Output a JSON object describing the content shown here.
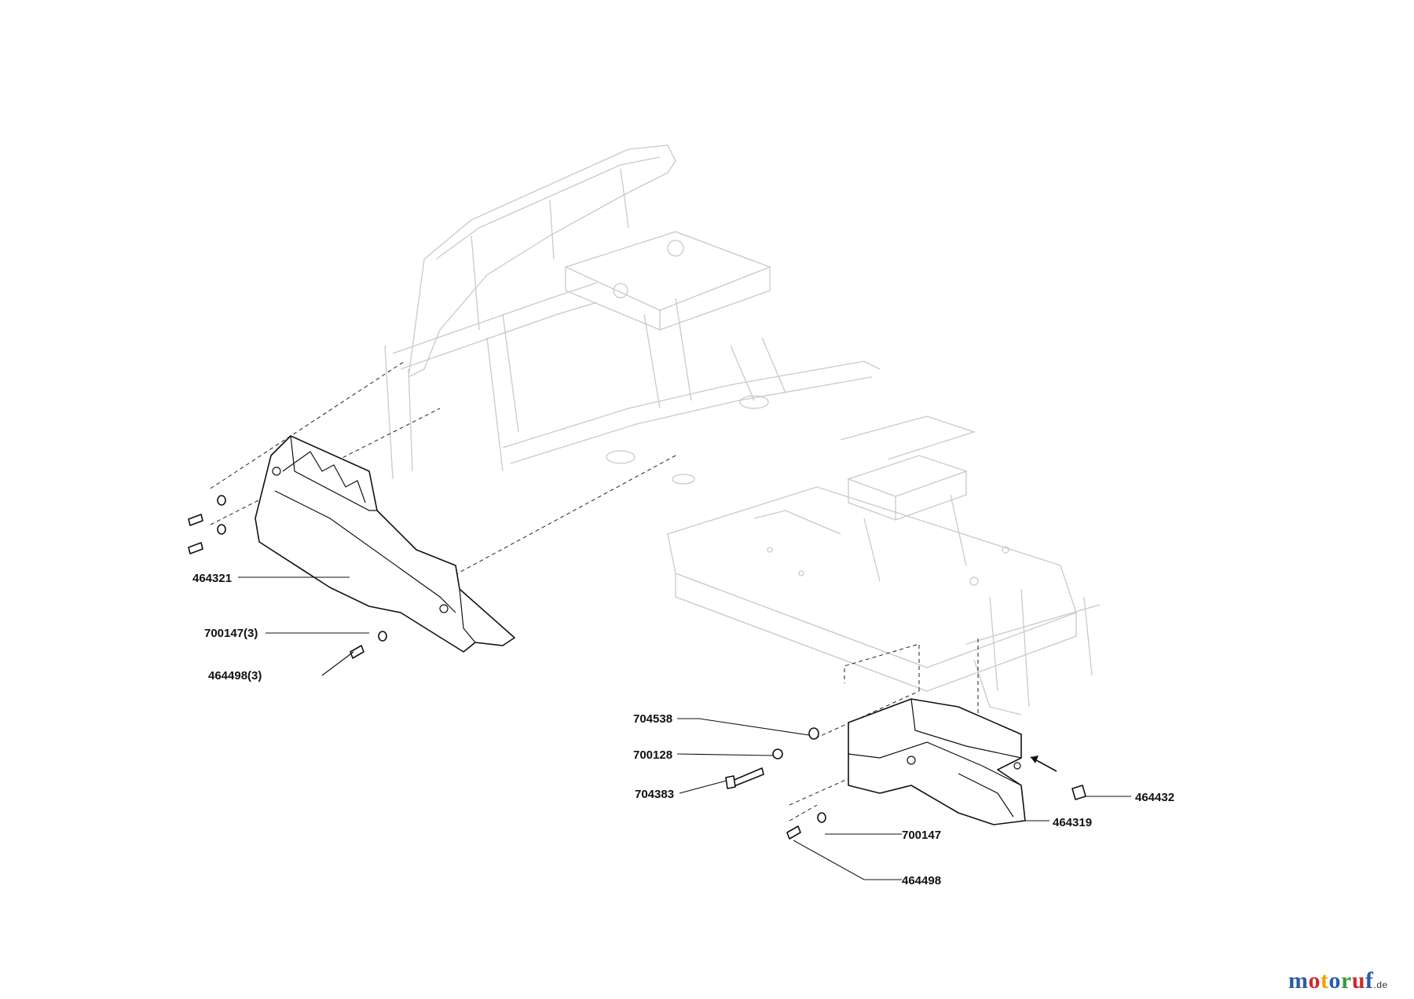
{
  "labels": {
    "p464321": "464321",
    "p700147_3": "700147(3)",
    "p464498_3": "464498(3)",
    "p704538": "704538",
    "p700128": "700128",
    "p704383": "704383",
    "p464432": "464432",
    "p464319": "464319",
    "p700147": "700147",
    "p464498": "464498"
  },
  "logo": {
    "letters": [
      "m",
      "o",
      "t",
      "o",
      "r",
      "u",
      "f"
    ],
    "colors": [
      "#2d5aa8",
      "#d12a2a",
      "#e8a400",
      "#2d5aa8",
      "#3a9a3a",
      "#d12a2a",
      "#2d5aa8"
    ],
    "suffix": ".de"
  }
}
